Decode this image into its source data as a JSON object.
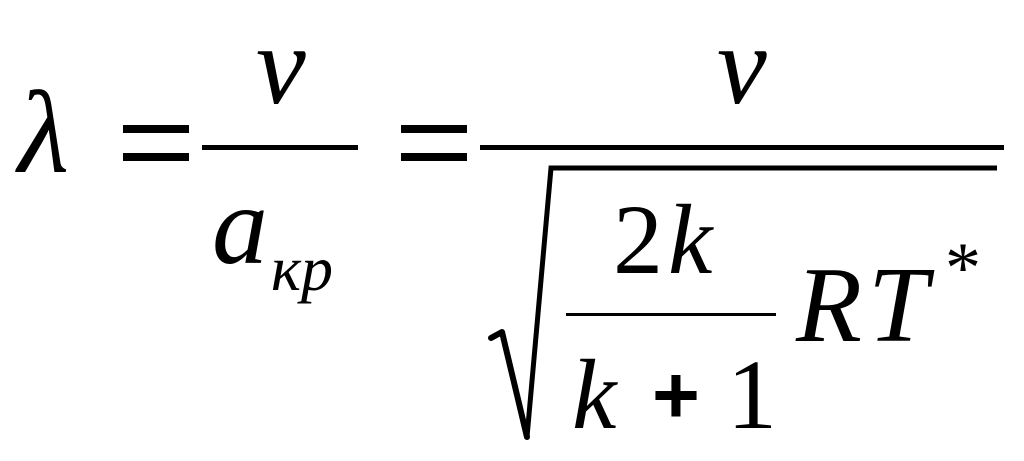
{
  "formula": {
    "lhs": "λ",
    "equals_1": "=",
    "frac1": {
      "numerator": "v",
      "denominator_base": "a",
      "denominator_subscript": "кр"
    },
    "equals_2": "=",
    "frac2": {
      "numerator": "v",
      "inner_fraction": {
        "numerator_digit": "2",
        "numerator_var": "k",
        "denominator_var": "k",
        "denominator_plus": "+",
        "denominator_one": "1"
      },
      "R": "R",
      "T": "T",
      "superscript": "*"
    }
  }
}
